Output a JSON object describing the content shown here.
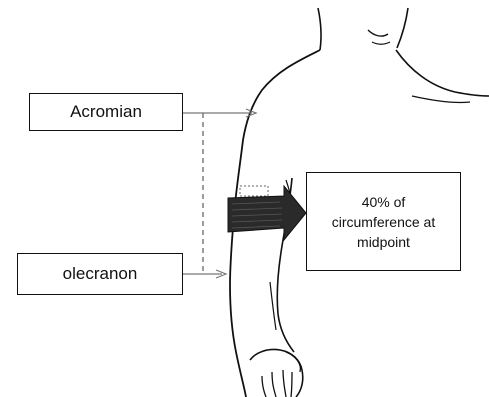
{
  "labels": {
    "acromion": "Acromian",
    "olecranon": "olecranon",
    "circumference": {
      "line1": "40% of",
      "line2": "circumference at",
      "line3": "midpoint"
    }
  },
  "icons": [
    "human-torso-arm-drawing",
    "measuring-tape-band",
    "dashed-measure-line",
    "pointer-arrow"
  ],
  "colors": {
    "ink": "#111111",
    "tape": "#2a2a2a",
    "guide": "#666666",
    "background": "#ffffff"
  }
}
